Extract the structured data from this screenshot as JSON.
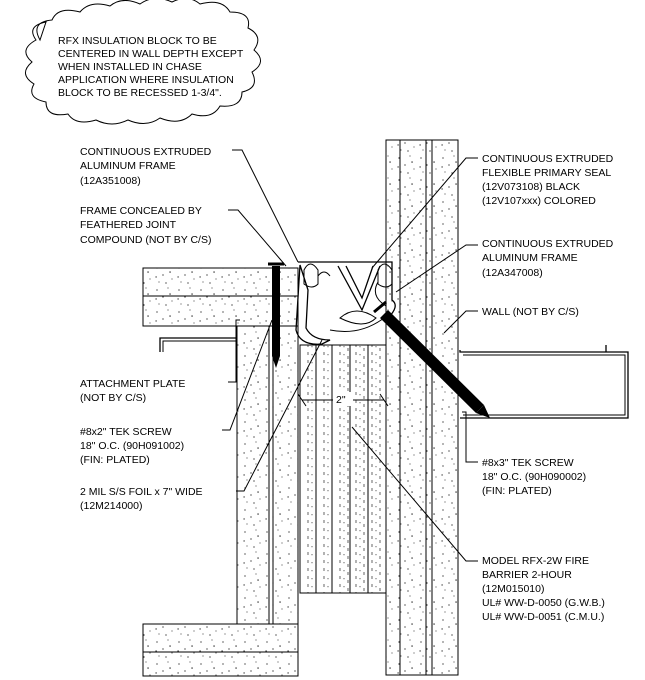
{
  "cloud_note": [
    "RFX INSULATION BLOCK TO BE",
    "CENTERED IN WALL DEPTH EXCEPT",
    "WHEN INSTALLED IN CHASE",
    "APPLICATION WHERE INSULATION",
    "BLOCK TO BE RECESSED 1-3/4\"."
  ],
  "left_callouts": {
    "frame": [
      "CONTINUOUS EXTRUDED",
      "ALUMINUM FRAME",
      "(12A351008)"
    ],
    "concealed": [
      "FRAME CONCEALED BY",
      "FEATHERED JOINT",
      "COMPOUND (NOT BY C/S)"
    ],
    "attachment": [
      "ATTACHMENT PLATE",
      "(NOT BY C/S)"
    ],
    "tek_screw": [
      "#8x2\" TEK SCREW",
      "18\" O.C. (90H091002)",
      "(FIN: PLATED)"
    ],
    "foil": [
      "2 MIL S/S FOIL x 7\" WIDE",
      "(12M214000)"
    ]
  },
  "right_callouts": {
    "seal": [
      "CONTINUOUS EXTRUDED",
      "FLEXIBLE PRIMARY SEAL",
      "(12V073108) BLACK",
      "(12V107xxx) COLORED"
    ],
    "frame": [
      "CONTINUOUS EXTRUDED",
      "ALUMINUM FRAME",
      "(12A347008)"
    ],
    "wall": [
      "WALL (NOT BY C/S)"
    ],
    "tek_screw": [
      "#8x3\" TEK SCREW",
      "18\" O.C. (90H090002)",
      "(FIN: PLATED)"
    ],
    "barrier": [
      "MODEL RFX-2W FIRE",
      "BARRIER 2-HOUR",
      "(12M015010)",
      "UL# WW-D-0050 (G.W.B.)",
      "UL# WW-D-0051 (C.M.U.)"
    ]
  },
  "dimension": "2\""
}
